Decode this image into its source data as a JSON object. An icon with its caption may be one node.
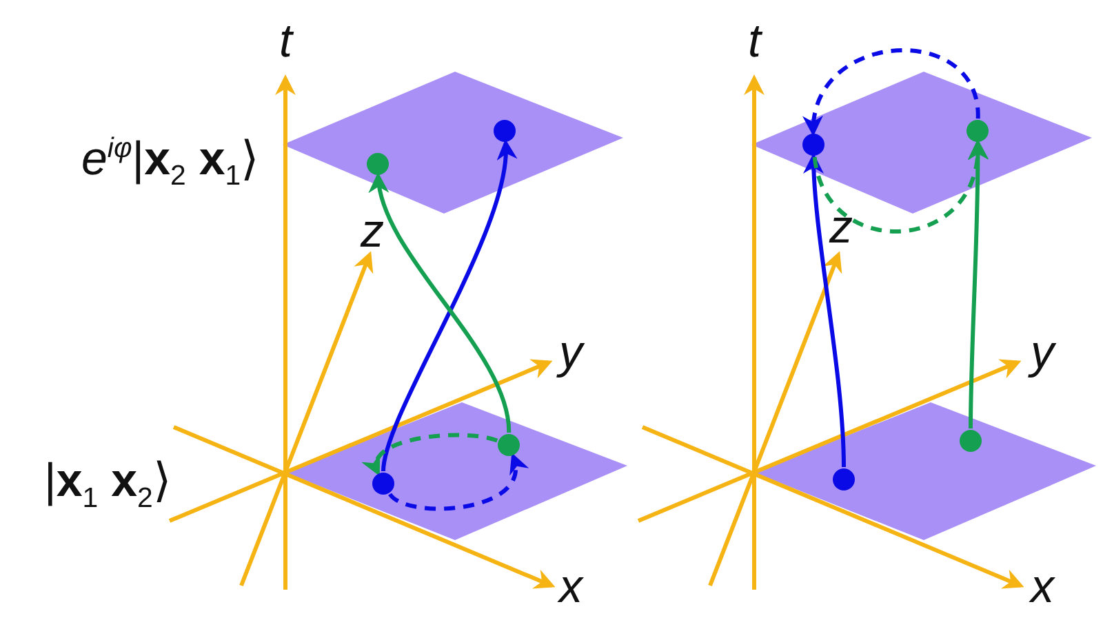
{
  "diagram": {
    "nodes": [
      {
        "text": [],
        "shape": "circle"
      },
      {
        "text": [],
        "shape": "circle"
      },
      {
        "text": [],
        "shape": "circle"
      },
      {
        "text": [],
        "shape": "circle"
      },
      {
        "text": [],
        "shape": "circle"
      },
      {
        "text": [],
        "shape": "circle"
      },
      {
        "text": [],
        "shape": "circle"
      },
      {
        "text": [],
        "shape": "circle"
      }
    ],
    "edges": [
      {
        "from": 2,
        "to": 1,
        "arrow": "to",
        "color": "#0a0ae6"
      },
      {
        "from": 3,
        "to": 0,
        "arrow": "to",
        "color": "#14a050"
      },
      {
        "from": 2,
        "to": 3,
        "arrow": "to",
        "style": "dashed",
        "color": "#0a0ae6"
      },
      {
        "from": 3,
        "to": 2,
        "arrow": "to",
        "style": "dashed",
        "color": "#14a050"
      },
      {
        "from": 6,
        "to": 4,
        "arrow": "to",
        "color": "#0a0ae6"
      },
      {
        "from": 7,
        "to": 5,
        "arrow": "to",
        "color": "#14a050"
      },
      {
        "from": 5,
        "to": 4,
        "arrow": "to",
        "style": "dashed",
        "color": "#0a0ae6"
      },
      {
        "from": 4,
        "to": 5,
        "arrow": "to",
        "style": "dashed",
        "color": "#14a050"
      }
    ],
    "labels": [
      "t",
      "t",
      "*e*$^{iφ}$|**x**$_{2}$ **x**$_{1}$⟩",
      "z",
      "z",
      "y",
      "y",
      "|**x**$_{1}$ **x**$_{2}$⟩",
      "x",
      "x"
    ]
  }
}
